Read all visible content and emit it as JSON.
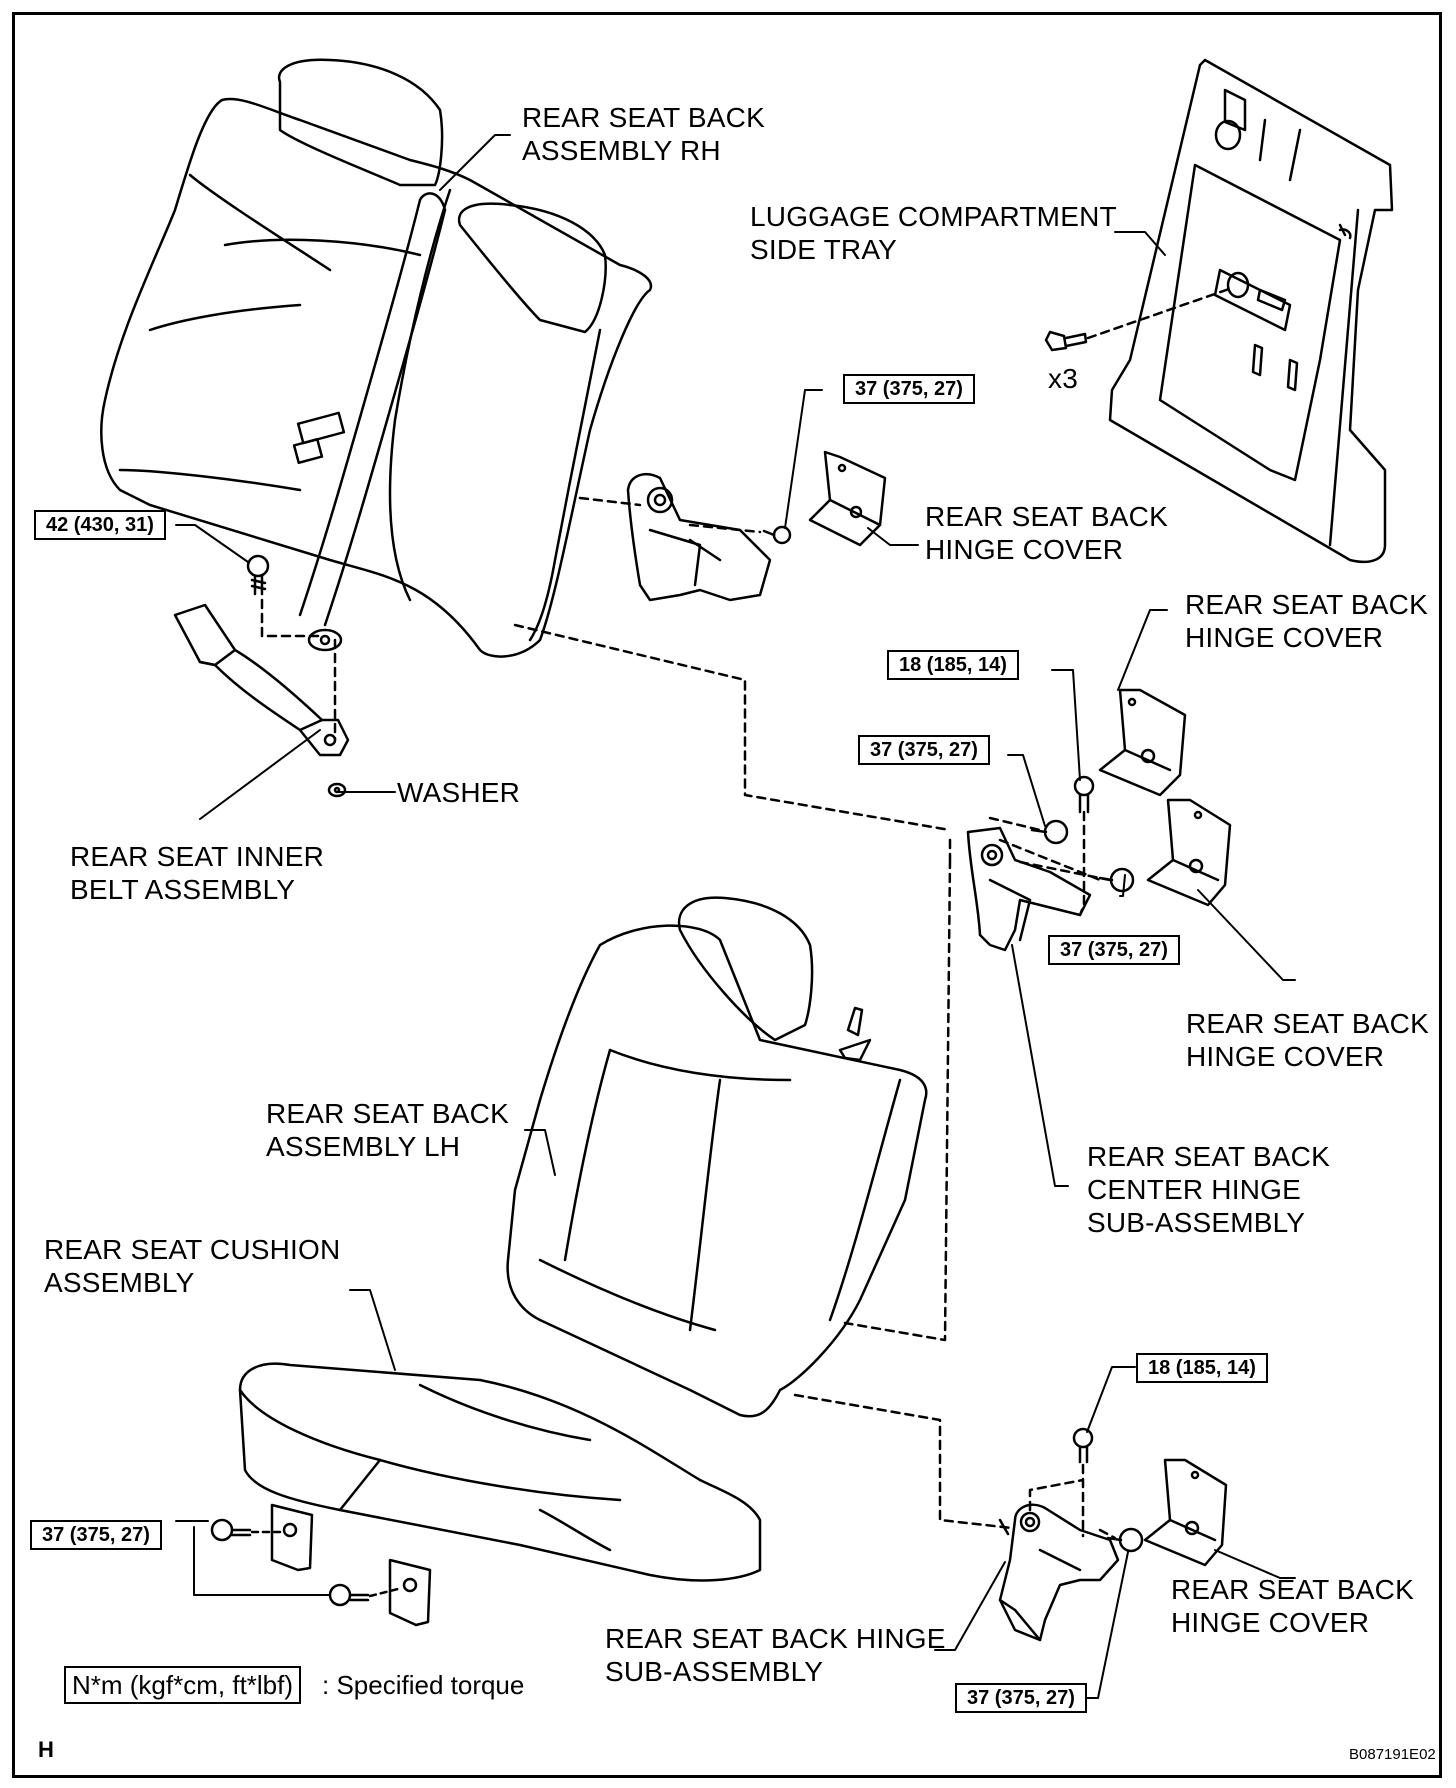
{
  "labels": {
    "rh_seat_back": "REAR SEAT BACK\nASSEMBLY RH",
    "luggage_tray": "LUGGAGE COMPARTMENT\nSIDE TRAY",
    "x3": "x3",
    "hinge_cover_1": "REAR SEAT BACK\nHINGE COVER",
    "hinge_cover_2": "REAR SEAT BACK\nHINGE COVER",
    "hinge_cover_3": "REAR SEAT BACK\nHINGE COVER",
    "hinge_cover_4": "REAR SEAT BACK\nHINGE COVER",
    "washer": "WASHER",
    "inner_belt": "REAR SEAT INNER\nBELT ASSEMBLY",
    "lh_seat_back": "REAR SEAT BACK\nASSEMBLY LH",
    "center_hinge": "REAR SEAT BACK\nCENTER HINGE\nSUB-ASSEMBLY",
    "cushion": "REAR SEAT CUSHION\nASSEMBLY",
    "hinge_sub": "REAR SEAT BACK HINGE\nSUB-ASSEMBLY"
  },
  "torques": {
    "t_upper_hinge": "37 (375, 27)",
    "t_belt": "42 (430, 31)",
    "t_center_top": "18 (185, 14)",
    "t_center_left": "37 (375, 27)",
    "t_center_right": "37 (375, 27)",
    "t_lower_top": "18 (185, 14)",
    "t_cushion": "37 (375, 27)",
    "t_lower_bottom": "37 (375, 27)"
  },
  "legend": {
    "unit": "N*m (kgf*cm, ft*lbf)",
    "text": ": Specified torque"
  },
  "corner_tag": "H",
  "figure_code": "B087191E02"
}
